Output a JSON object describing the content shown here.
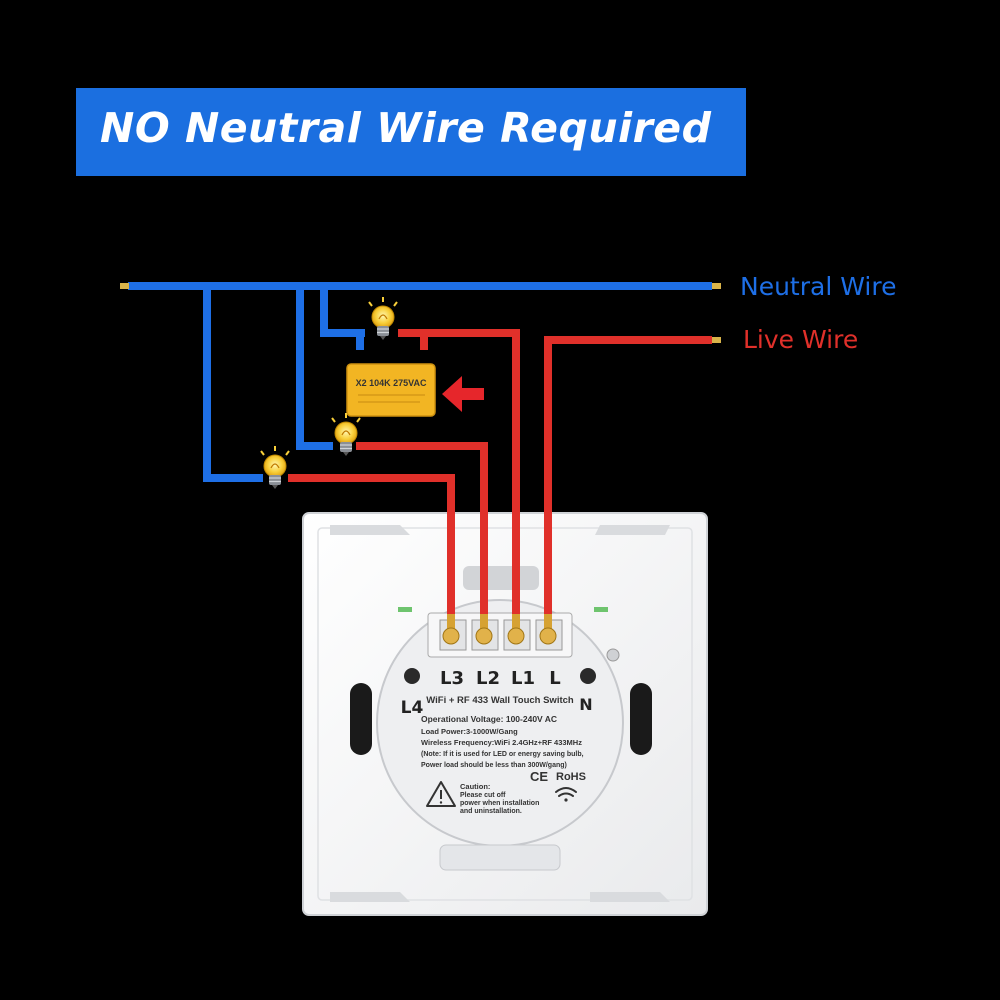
{
  "banner": {
    "title": "NO Neutral Wire Required"
  },
  "legend": {
    "neutral": "Neutral Wire",
    "live": "Live Wire",
    "neutral_color": "#1e6fe6",
    "live_color": "#e0302a"
  },
  "capacitor": {
    "text": "X2 104K 275VAC"
  },
  "switch": {
    "terminals": [
      "L3",
      "L2",
      "L1",
      "L"
    ],
    "label_l4": "L4",
    "label_n": "N",
    "model": "WiFi + RF 433 Wall Touch Switch",
    "specs": [
      "Operational Voltage: 100-240V AC",
      "Load Power:3-1000W/Gang",
      "Wireless Frequency:WiFi 2.4GHz+RF 433MHz",
      "(Note: If it is used for LED or energy saving bulb,",
      "Power load should be less than 300W/gang)"
    ],
    "caution": [
      "Caution:",
      "Please cut off",
      "power when installation",
      "and uninstallation."
    ],
    "cert_ce": "CE",
    "cert_rohs": "RoHS"
  },
  "icons": [
    "bulb-icon",
    "warning-icon",
    "wifi-icon",
    "arrow-left-icon"
  ]
}
